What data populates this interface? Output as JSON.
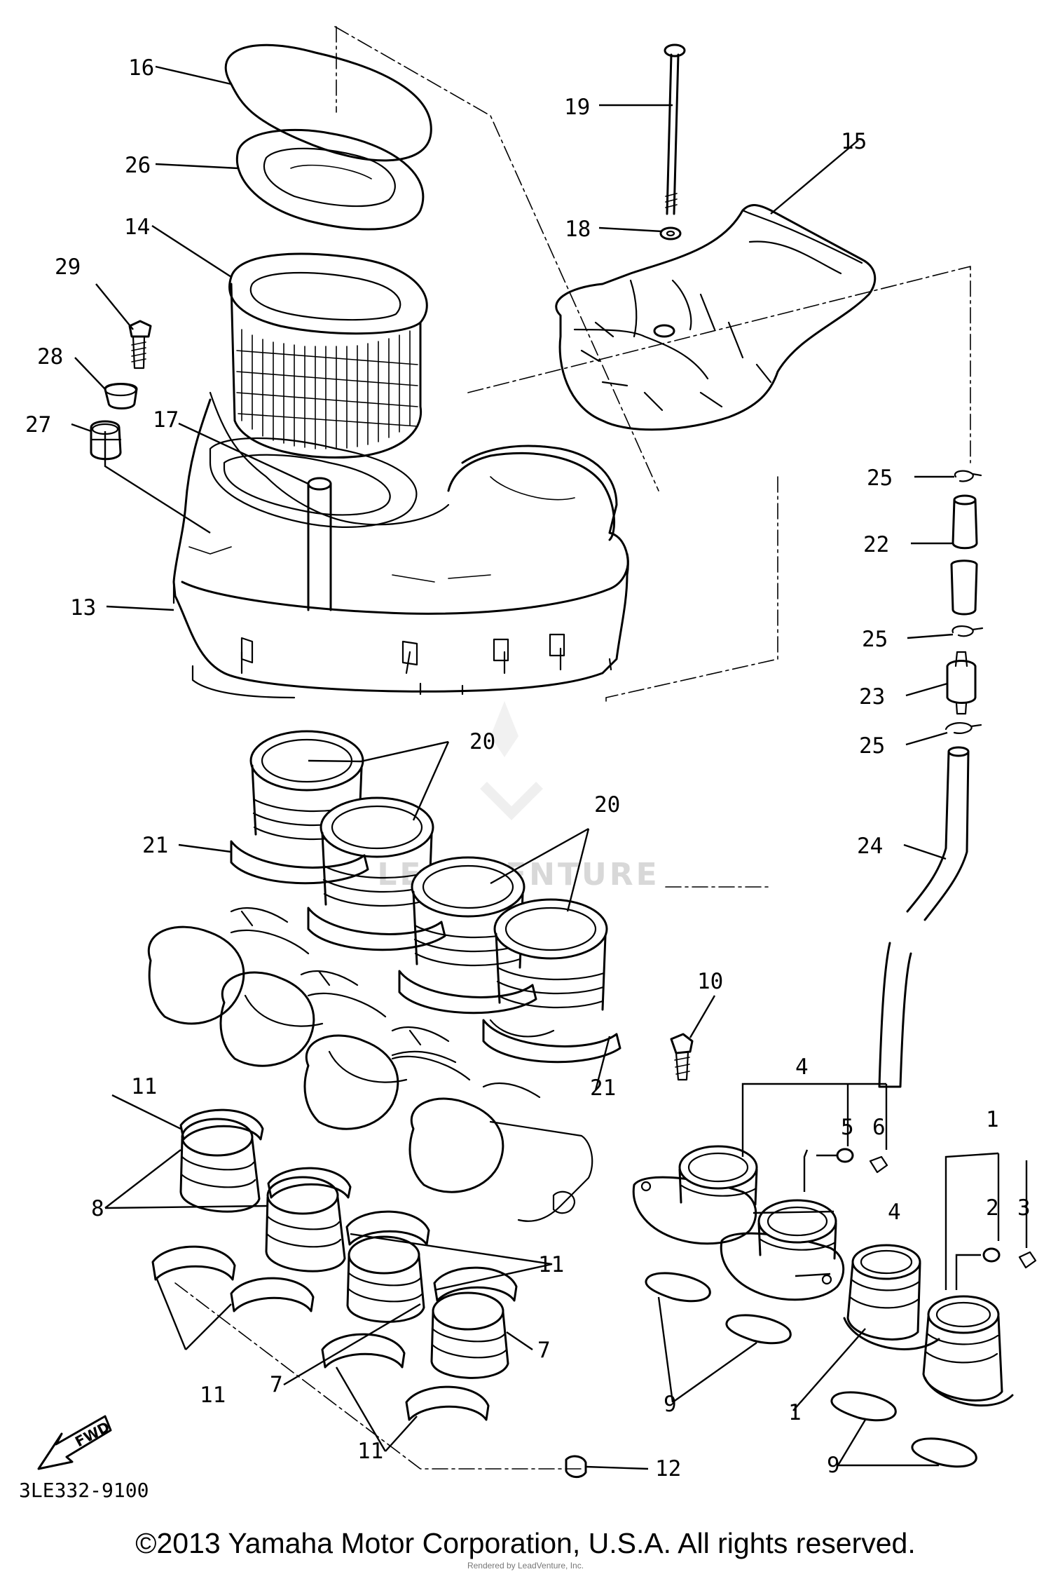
{
  "diagram": {
    "part_code": "3LE332-9100",
    "fwd_label": "FWD",
    "copyright": "©2013 Yamaha Motor Corporation, U.S.A. All rights reserved.",
    "render_note": "Rendered by LeadVenture, Inc.",
    "watermark": "LEADVENTURE"
  },
  "callouts": [
    {
      "id": "c16",
      "text": "16"
    },
    {
      "id": "c26",
      "text": "26"
    },
    {
      "id": "c14",
      "text": "14"
    },
    {
      "id": "c29",
      "text": "29"
    },
    {
      "id": "c28",
      "text": "28"
    },
    {
      "id": "c27",
      "text": "27"
    },
    {
      "id": "c17",
      "text": "17"
    },
    {
      "id": "c13",
      "text": "13"
    },
    {
      "id": "c19",
      "text": "19"
    },
    {
      "id": "c15",
      "text": "15"
    },
    {
      "id": "c18",
      "text": "18"
    },
    {
      "id": "c25a",
      "text": "25"
    },
    {
      "id": "c22",
      "text": "22"
    },
    {
      "id": "c25b",
      "text": "25"
    },
    {
      "id": "c23",
      "text": "23"
    },
    {
      "id": "c25c",
      "text": "25"
    },
    {
      "id": "c24",
      "text": "24"
    },
    {
      "id": "c20a",
      "text": "20"
    },
    {
      "id": "c20b",
      "text": "20"
    },
    {
      "id": "c21a",
      "text": "21"
    },
    {
      "id": "c21b",
      "text": "21"
    },
    {
      "id": "c10",
      "text": "10"
    },
    {
      "id": "c11a",
      "text": "11"
    },
    {
      "id": "c11b",
      "text": "11"
    },
    {
      "id": "c11c",
      "text": "11"
    },
    {
      "id": "c11d",
      "text": "11"
    },
    {
      "id": "c8",
      "text": "8"
    },
    {
      "id": "c7a",
      "text": "7"
    },
    {
      "id": "c7b",
      "text": "7"
    },
    {
      "id": "c4a",
      "text": "4"
    },
    {
      "id": "c5",
      "text": "5"
    },
    {
      "id": "c6",
      "text": "6"
    },
    {
      "id": "c4b",
      "text": "4"
    },
    {
      "id": "c1a",
      "text": "1"
    },
    {
      "id": "c2",
      "text": "2"
    },
    {
      "id": "c3",
      "text": "3"
    },
    {
      "id": "c1b",
      "text": "1"
    },
    {
      "id": "c9a",
      "text": "9"
    },
    {
      "id": "c9b",
      "text": "9"
    },
    {
      "id": "c12",
      "text": "12"
    }
  ]
}
